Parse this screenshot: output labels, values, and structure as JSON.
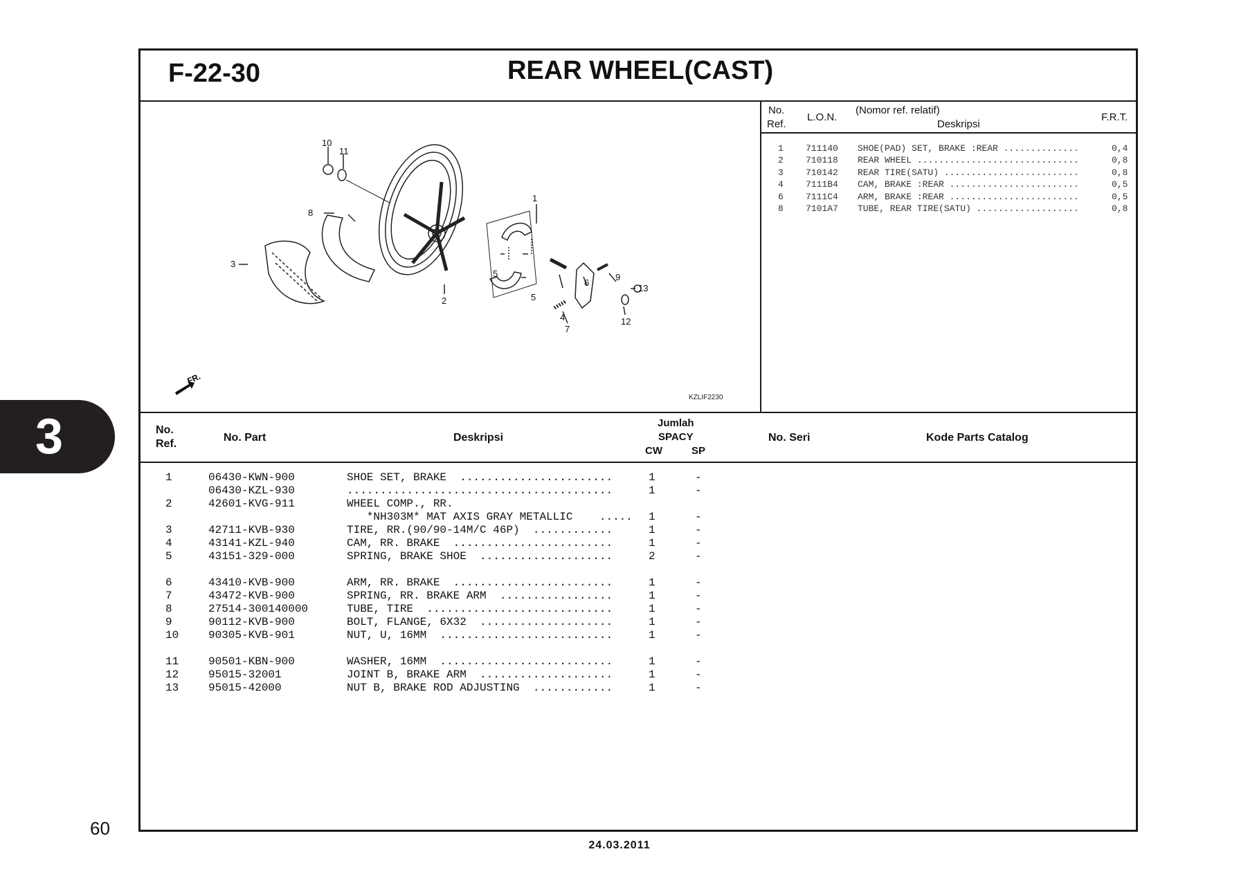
{
  "header": {
    "code": "F-22-30",
    "title": "REAR WHEEL(CAST)"
  },
  "diagram": {
    "callouts": [
      "1",
      "2",
      "3",
      "4",
      "5",
      "5",
      "6",
      "7",
      "8",
      "9",
      "10",
      "11",
      "12",
      "13"
    ],
    "fr_label": "FR.",
    "figure_code": "KZLIF2230"
  },
  "frt_table": {
    "headers": {
      "no": "No.",
      "ref": "Ref.",
      "lon": "L.O.N.",
      "nomor": "(Nomor ref. relatif)",
      "desc": "Deskripsi",
      "frt": "F.R.T."
    },
    "rows": [
      {
        "ref": "1",
        "lon": "711140",
        "desc": "SHOE(PAD) SET, BRAKE :REAR ..............",
        "frt": "0,4"
      },
      {
        "ref": "2",
        "lon": "710118",
        "desc": "REAR WHEEL ..............................",
        "frt": "0,8"
      },
      {
        "ref": "3",
        "lon": "710142",
        "desc": "REAR TIRE(SATU) .........................",
        "frt": "0,8"
      },
      {
        "ref": "4",
        "lon": "7111B4",
        "desc": "CAM, BRAKE :REAR ........................",
        "frt": "0,5"
      },
      {
        "ref": "6",
        "lon": "7111C4",
        "desc": "ARM, BRAKE :REAR ........................",
        "frt": "0,5"
      },
      {
        "ref": "8",
        "lon": "7101A7",
        "desc": "TUBE, REAR TIRE(SATU) ...................",
        "frt": "0,8"
      }
    ]
  },
  "parts_table": {
    "headers": {
      "no": "No.",
      "ref": "Ref.",
      "part": "No. Part",
      "desc": "Deskripsi",
      "jumlah": "Jumlah",
      "spacy": "SPACY",
      "cw": "CW",
      "sp": "SP",
      "seri": "No. Seri",
      "catalog": "Kode Parts Catalog"
    },
    "rows": [
      {
        "ref": "1",
        "part": "06430-KWN-900",
        "desc": "SHOE SET, BRAKE  .......................",
        "cw": "1",
        "sp": "-"
      },
      {
        "ref": "",
        "part": "06430-KZL-930",
        "desc": "........................................",
        "cw": "1",
        "sp": "-"
      },
      {
        "ref": "2",
        "part": "42601-KVG-911",
        "desc": "WHEEL COMP., RR.",
        "cw": "",
        "sp": ""
      },
      {
        "ref": "",
        "part": "",
        "desc": "   *NH303M* MAT AXIS GRAY METALLIC    .....",
        "cw": "1",
        "sp": "-"
      },
      {
        "ref": "3",
        "part": "42711-KVB-930",
        "desc": "TIRE, RR.(90/90-14M/C 46P)  ............",
        "cw": "1",
        "sp": "-"
      },
      {
        "ref": "4",
        "part": "43141-KZL-940",
        "desc": "CAM, RR. BRAKE  ........................",
        "cw": "1",
        "sp": "-"
      },
      {
        "ref": "5",
        "part": "43151-329-000",
        "desc": "SPRING, BRAKE SHOE  ....................",
        "cw": "2",
        "sp": "-"
      },
      {
        "ref": "6",
        "part": "43410-KVB-900",
        "desc": "ARM, RR. BRAKE  ........................",
        "cw": "1",
        "sp": "-"
      },
      {
        "ref": "7",
        "part": "43472-KVB-900",
        "desc": "SPRING, RR. BRAKE ARM  .................",
        "cw": "1",
        "sp": "-"
      },
      {
        "ref": "8",
        "part": "27514-300140000",
        "desc": "TUBE, TIRE  ............................",
        "cw": "1",
        "sp": "-"
      },
      {
        "ref": "9",
        "part": "90112-KVB-900",
        "desc": "BOLT, FLANGE, 6X32  ....................",
        "cw": "1",
        "sp": "-"
      },
      {
        "ref": "10",
        "part": "90305-KVB-901",
        "desc": "NUT, U, 16MM  ..........................",
        "cw": "1",
        "sp": "-"
      },
      {
        "ref": "11",
        "part": "90501-KBN-900",
        "desc": "WASHER, 16MM  ..........................",
        "cw": "1",
        "sp": "-"
      },
      {
        "ref": "12",
        "part": "95015-32001",
        "desc": "JOINT B, BRAKE ARM  ....................",
        "cw": "1",
        "sp": "-"
      },
      {
        "ref": "13",
        "part": "95015-42000",
        "desc": "NUT B, BRAKE ROD ADJUSTING  ............",
        "cw": "1",
        "sp": "-"
      }
    ]
  },
  "section_tab": "3",
  "page_number": "60",
  "date": "24.03.2011"
}
